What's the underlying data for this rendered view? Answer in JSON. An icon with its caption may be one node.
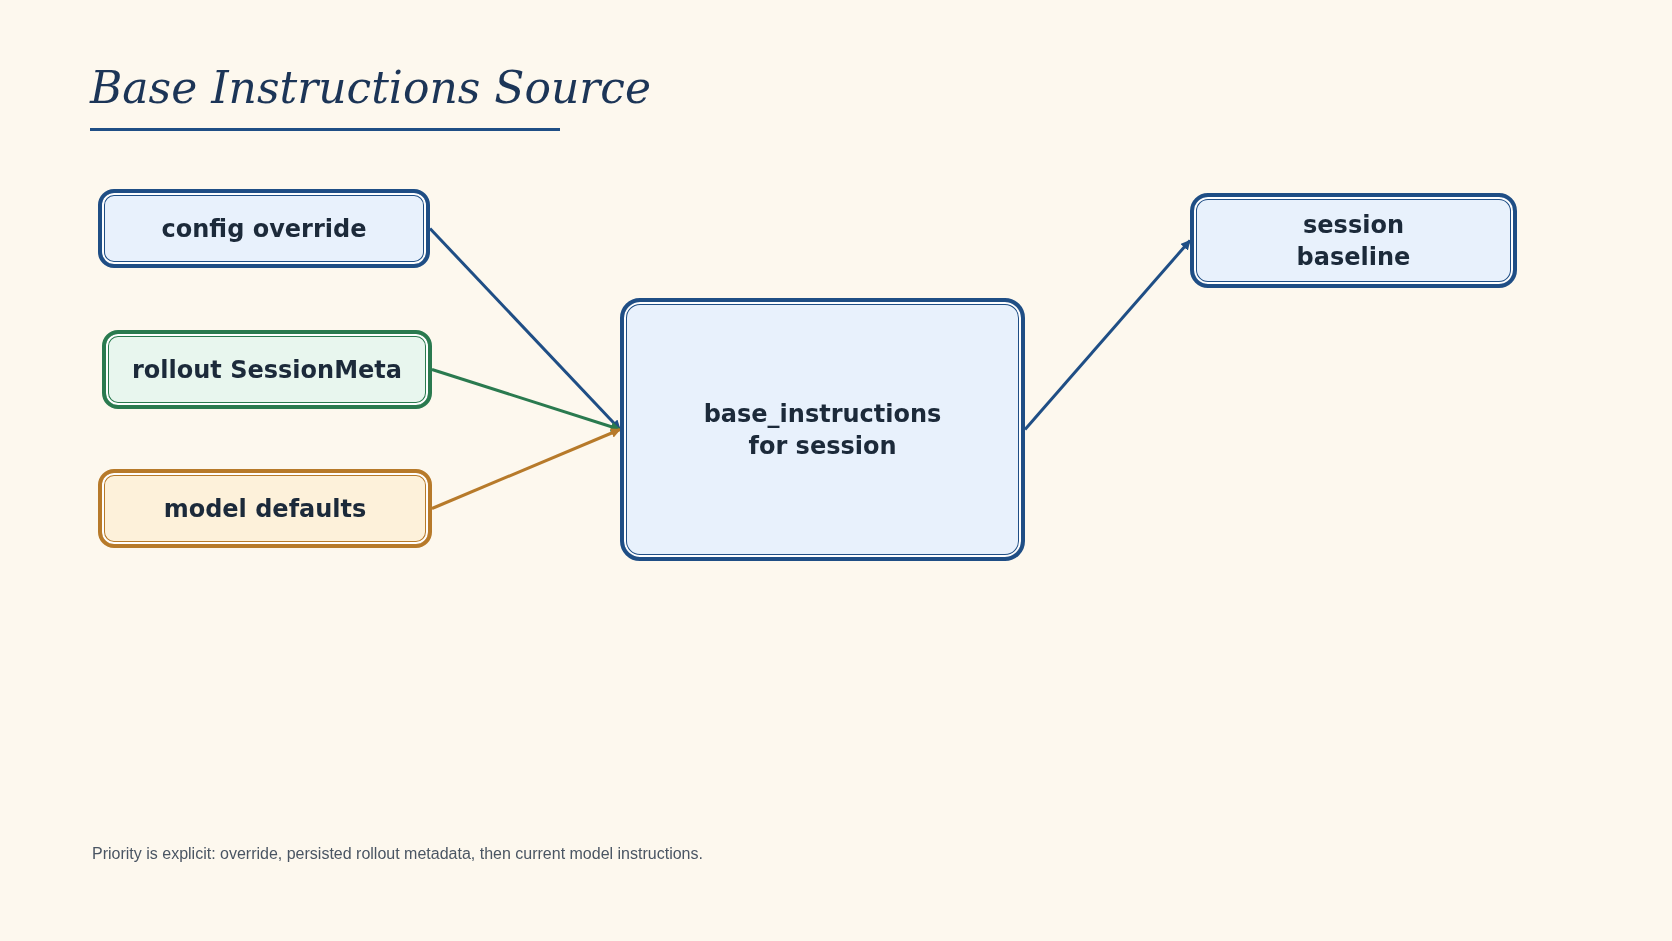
{
  "diagram": {
    "title": "Base Instructions Source",
    "caption": "Priority is explicit: override, persisted rollout metadata, then current model instructions.",
    "nodes": [
      {
        "text": [
          "config override"
        ]
      },
      {
        "text": [
          "rollout SessionMeta"
        ]
      },
      {
        "text": [
          "model defaults"
        ]
      },
      {
        "text": [
          "base_instructions for session"
        ]
      },
      {
        "text": [
          "session baseline"
        ]
      }
    ],
    "edges": [
      {
        "from": 0,
        "to": 3,
        "arrow": "to"
      },
      {
        "from": 1,
        "to": 3,
        "arrow": "to",
        "color": "#2a7a4f"
      },
      {
        "from": 2,
        "to": 3,
        "arrow": "to",
        "color": "#b77a2a"
      },
      {
        "from": 3,
        "to": 4,
        "arrow": "to"
      }
    ]
  }
}
